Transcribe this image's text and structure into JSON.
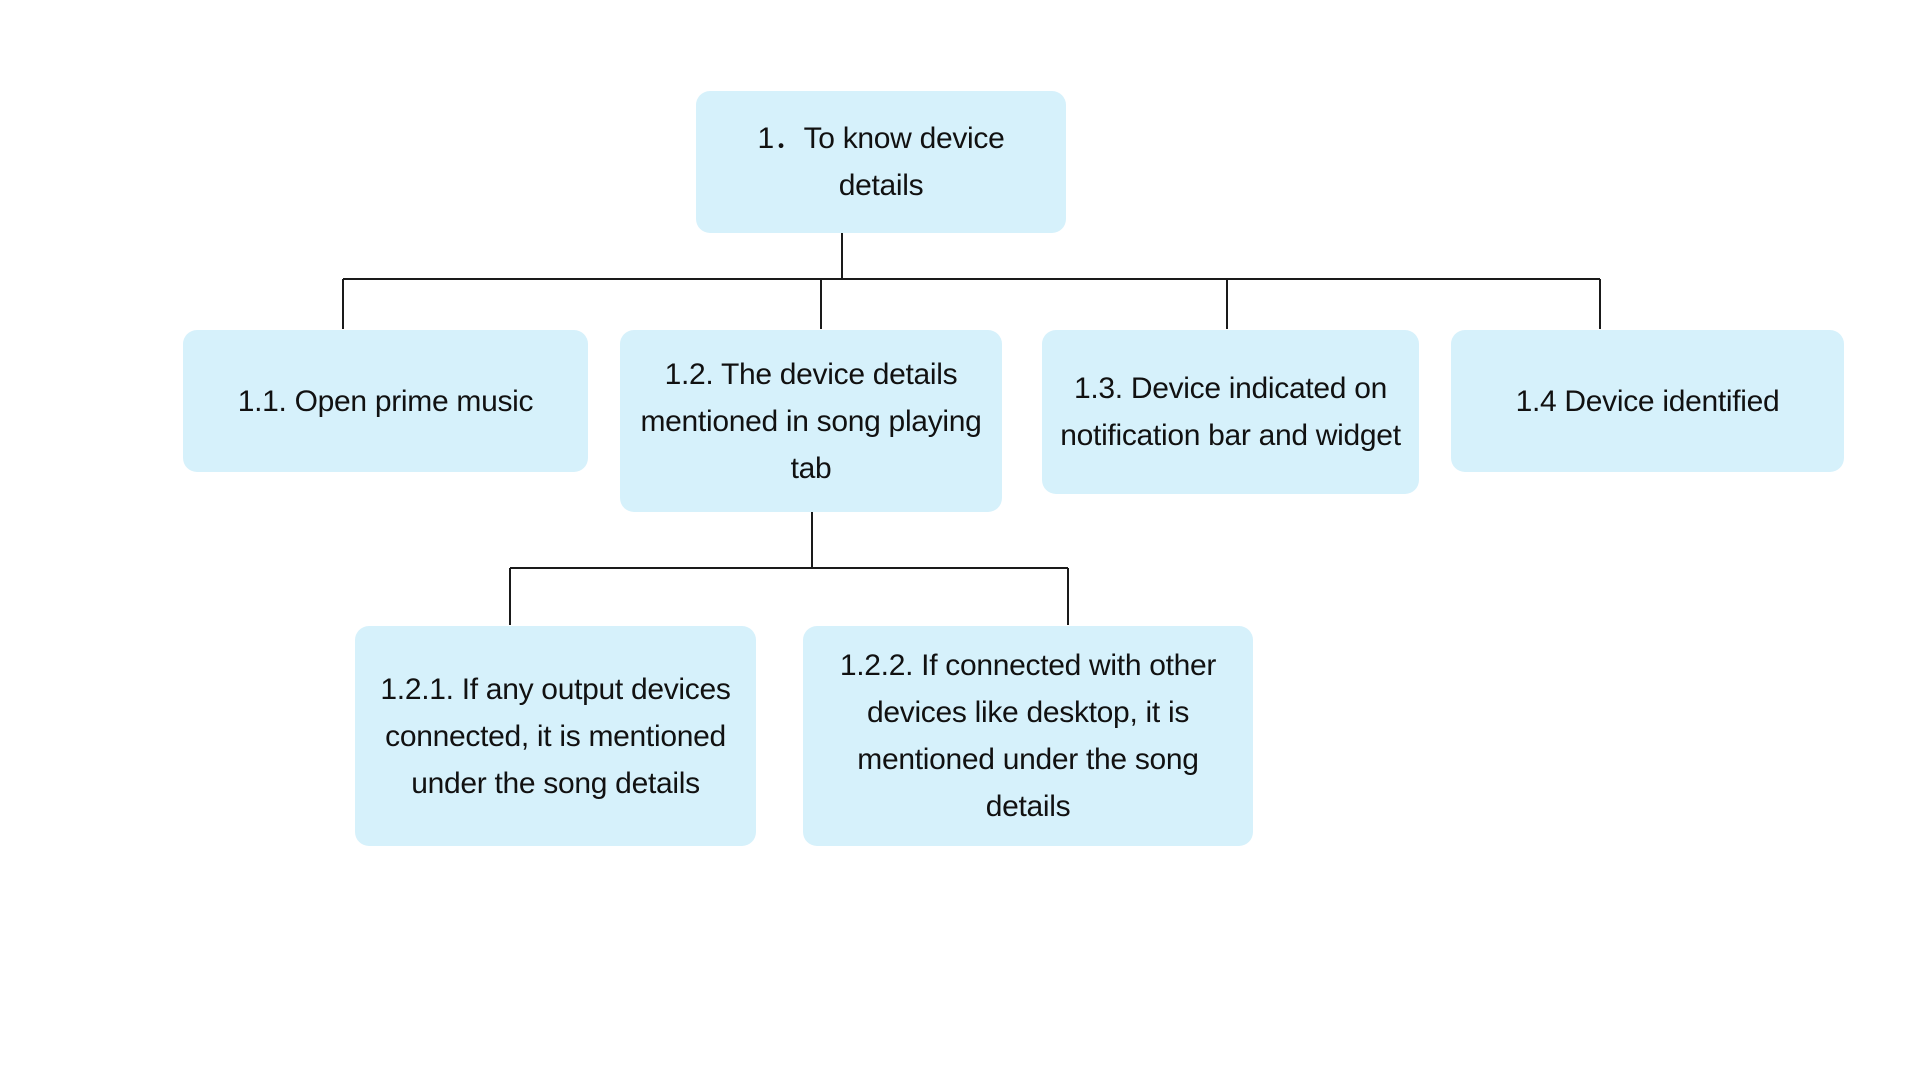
{
  "diagram": {
    "fill_color": "#d6f1fb",
    "line_color": "#1a1a1a",
    "text_color": "#111111",
    "nodes": {
      "root": {
        "text": "1．To know device details"
      },
      "n1_1": {
        "text": "1.1. Open prime music"
      },
      "n1_2": {
        "text": "1.2. The device details mentioned in song playing tab"
      },
      "n1_3": {
        "text": "1.3. Device indicated on notification bar and widget"
      },
      "n1_4": {
        "text": "1.4 Device identified"
      },
      "n1_2_1": {
        "text": "1.2.1. If any output devices connected, it is mentioned under the song details"
      },
      "n1_2_2": {
        "text": "1.2.2. If connected with other devices like desktop, it is mentioned under the song details"
      }
    },
    "edges": [
      {
        "from": "root",
        "to": "n1_1"
      },
      {
        "from": "root",
        "to": "n1_2"
      },
      {
        "from": "root",
        "to": "n1_3"
      },
      {
        "from": "root",
        "to": "n1_4"
      },
      {
        "from": "n1_2",
        "to": "n1_2_1"
      },
      {
        "from": "n1_2",
        "to": "n1_2_2"
      }
    ]
  }
}
